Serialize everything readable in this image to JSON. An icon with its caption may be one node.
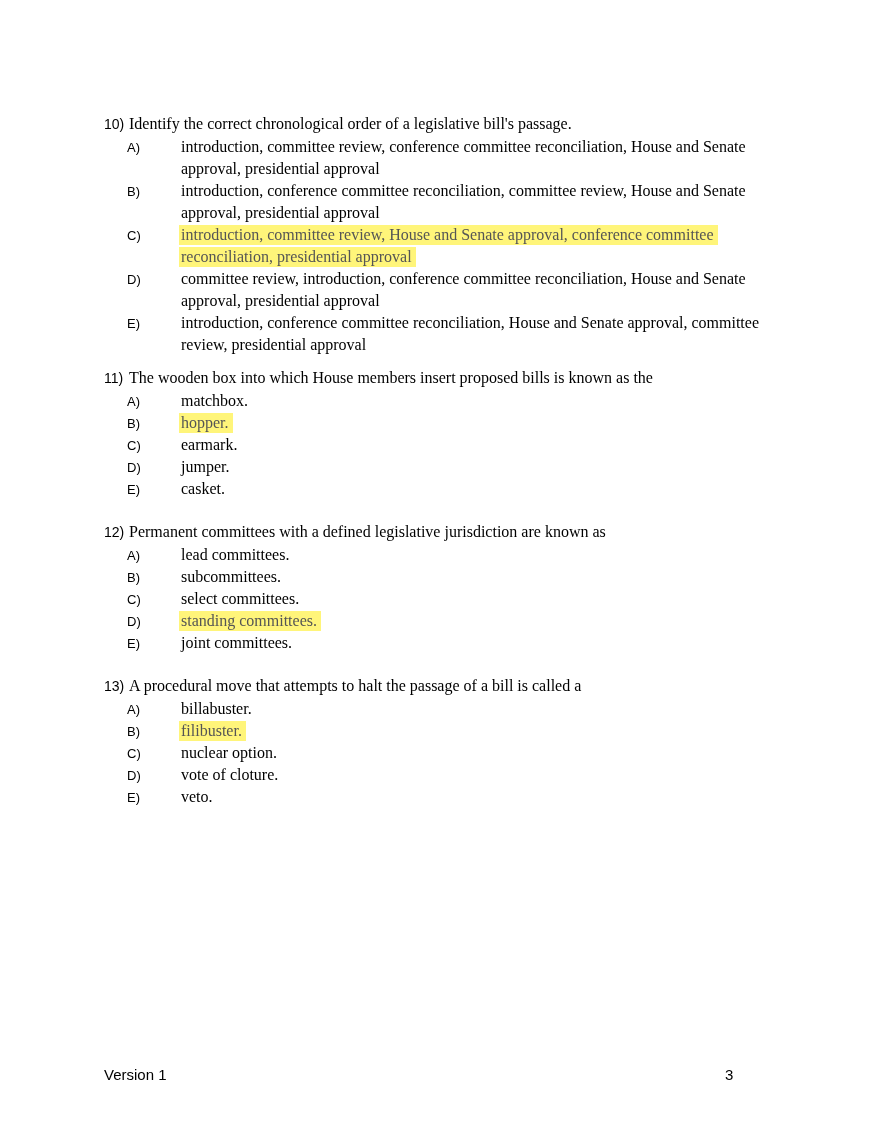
{
  "diagram": {
    "nodes": [
      {
        "text": [
          "introduction, committee review, House and Senate approval, conference committee reconciliation, presidential approval"
        ]
      },
      {
        "text": [
          "hopper."
        ]
      },
      {
        "text": [
          "standing committees."
        ]
      },
      {
        "text": [
          "filibuster."
        ]
      }
    ],
    "labels": [
      "10)",
      "Identify the correct chronological order of a legislative bill's passage.",
      "A)",
      "introduction, committee review, conference committee reconciliation, House and Senate approval, presidential approval",
      "B)",
      "introduction, conference committee reconciliation, committee review, House and Senate approval, presidential approval",
      "C)",
      "D)",
      "committee review, introduction, conference committee reconciliation, House and Senate approval, presidential approval",
      "E)",
      "introduction, conference committee reconciliation, House and Senate approval, committee review, presidential approval",
      "11)",
      "The wooden box into which House members insert proposed bills is known as the",
      "A)",
      "matchbox.",
      "B)",
      "C)",
      "earmark.",
      "D)",
      "jumper.",
      "E)",
      "casket.",
      "12)",
      "Permanent committees with a defined legislative jurisdiction are known as",
      "A)",
      "lead committees.",
      "B)",
      "subcommittees.",
      "C)",
      "select committees.",
      "D)",
      "E)",
      "joint committees.",
      "13)",
      "A procedural move that attempts to halt the passage of a bill is called a",
      "A)",
      "billabuster.",
      "B)",
      "C)",
      "nuclear option.",
      "D)",
      "vote of cloture.",
      "E)",
      "veto.",
      "Version 1",
      "3"
    ]
  }
}
